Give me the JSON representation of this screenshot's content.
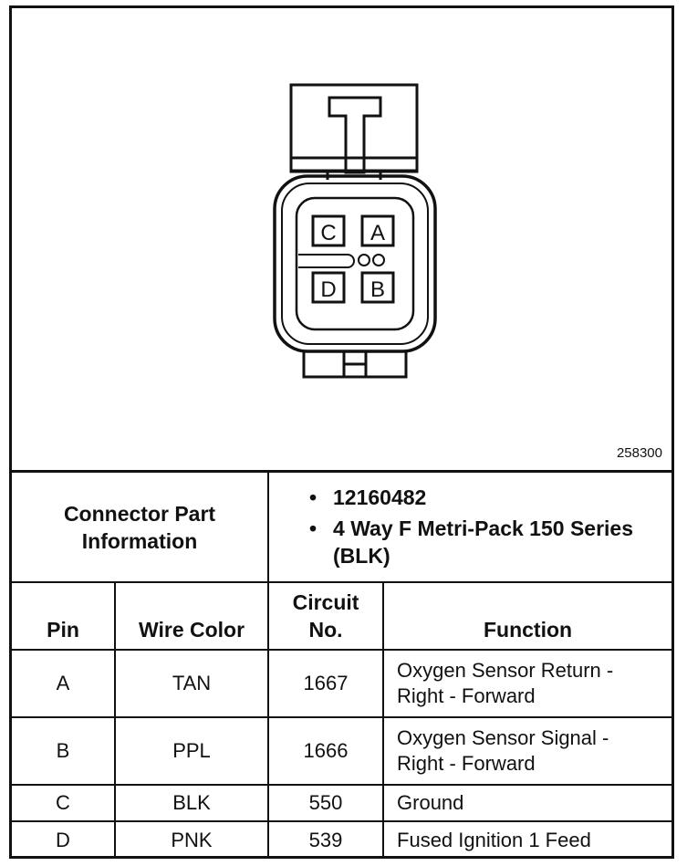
{
  "diagram": {
    "figure_id": "258300",
    "connector": {
      "cavities": [
        {
          "label": "C",
          "position": "top-left"
        },
        {
          "label": "A",
          "position": "top-right"
        },
        {
          "label": "D",
          "position": "bottom-left"
        },
        {
          "label": "B",
          "position": "bottom-right"
        }
      ]
    }
  },
  "connector_info": {
    "label_line1": "Connector Part",
    "label_line2": "Information",
    "items": [
      "12160482",
      "4 Way F Metri-Pack 150 Series (BLK)"
    ]
  },
  "table": {
    "headers": {
      "pin": "Pin",
      "wire_color": "Wire Color",
      "circuit_line1": "Circuit",
      "circuit_line2": "No.",
      "function": "Function"
    },
    "rows": [
      {
        "pin": "A",
        "wire_color": "TAN",
        "circuit": "1667",
        "function_line1": "Oxygen Sensor Return -",
        "function_line2": "Right - Forward"
      },
      {
        "pin": "B",
        "wire_color": "PPL",
        "circuit": "1666",
        "function_line1": "Oxygen Sensor Signal -",
        "function_line2": "Right - Forward"
      },
      {
        "pin": "C",
        "wire_color": "BLK",
        "circuit": "550",
        "function_line1": "Ground",
        "function_line2": ""
      },
      {
        "pin": "D",
        "wire_color": "PNK",
        "circuit": "539",
        "function_line1": "Fused Ignition 1 Feed",
        "function_line2": ""
      }
    ]
  }
}
